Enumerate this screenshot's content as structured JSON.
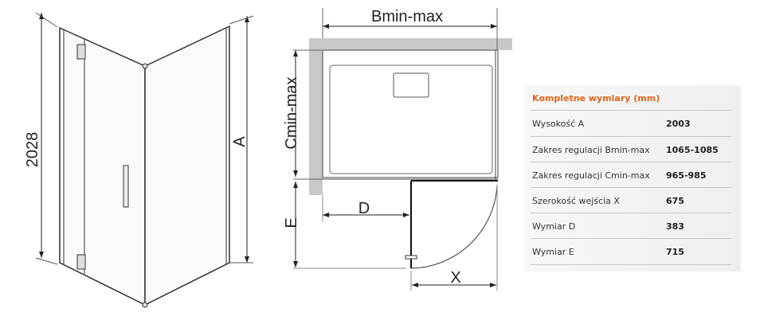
{
  "elevation": {
    "height_label": "2028",
    "a_label": "A"
  },
  "plan": {
    "b_label": "Bmin-max",
    "c_label": "Cmin-max",
    "d_label": "D",
    "e_label": "E",
    "x_label": "X"
  },
  "spec_table": {
    "title": "Kompletne wymiary (mm)",
    "rows": [
      {
        "label": "Wysokość A",
        "value": "2003"
      },
      {
        "label": "Zakres regulacji Bmin-max",
        "value": "1065-1085"
      },
      {
        "label": "Zakres regulacji Cmin-max",
        "value": "965-985"
      },
      {
        "label": "Szerokość wejścia X",
        "value": "675"
      },
      {
        "label": "Wymiar D",
        "value": "383"
      },
      {
        "label": "Wymiar E",
        "value": "715"
      }
    ]
  }
}
